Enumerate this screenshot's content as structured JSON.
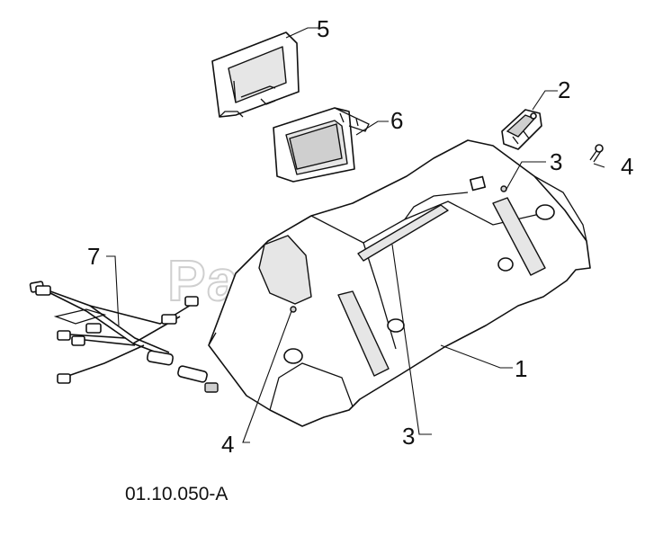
{
  "diagram": {
    "callouts": [
      {
        "id": "part-1",
        "label": "1"
      },
      {
        "id": "part-2",
        "label": "2"
      },
      {
        "id": "part-3a",
        "label": "3"
      },
      {
        "id": "part-3b",
        "label": "3"
      },
      {
        "id": "part-4a",
        "label": "4"
      },
      {
        "id": "part-4b",
        "label": "4"
      },
      {
        "id": "part-5",
        "label": "5"
      },
      {
        "id": "part-6",
        "label": "6"
      },
      {
        "id": "part-7",
        "label": "7"
      }
    ],
    "figure_code": "01.10.050-A",
    "watermark": "PartsTree",
    "watermark_tm": "™"
  }
}
